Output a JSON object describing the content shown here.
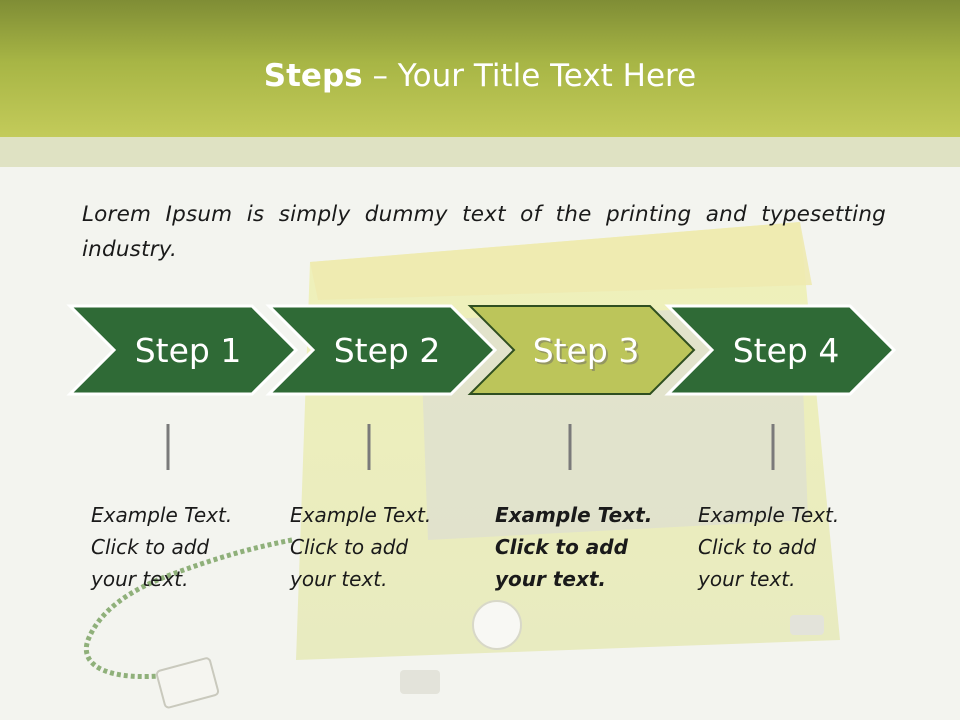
{
  "slide": {
    "title_bold": "Steps",
    "title_rest": " – Your Title Text Here",
    "intro": "Lorem Ipsum is simply dummy text of the printing and typesetting industry."
  },
  "steps": [
    {
      "label": "Step 1",
      "lines": [
        "Example Text.",
        "Click  to add",
        "your text."
      ],
      "highlighted": false
    },
    {
      "label": "Step 2",
      "lines": [
        "Example Text.",
        "Click  to add",
        "your text."
      ],
      "highlighted": false
    },
    {
      "label": "Step 3",
      "lines": [
        "Example Text.",
        "Click  to add",
        "your text."
      ],
      "highlighted": true
    },
    {
      "label": "Step 4",
      "lines": [
        "Example Text.",
        "Click  to add",
        "your text."
      ],
      "highlighted": false
    }
  ],
  "colors": {
    "header_top": "#7f8d35",
    "header_bottom": "#c3cb5a",
    "step_dark": "#2f6a36",
    "step_highlight": "#bcc55a",
    "connector": "#7a7a7a"
  }
}
